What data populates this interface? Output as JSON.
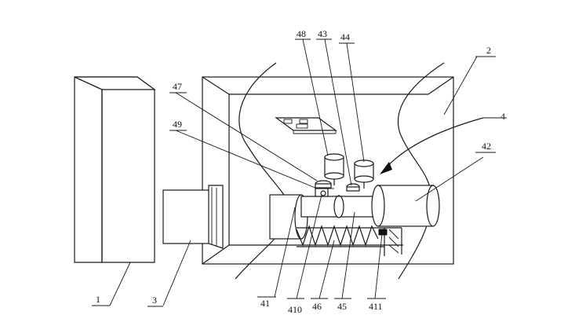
{
  "labels": {
    "l1": "1",
    "l2": "2",
    "l3": "3",
    "l4": "4",
    "l41": "41",
    "l42": "42",
    "l43": "43",
    "l44": "44",
    "l45": "45",
    "l46": "46",
    "l47": "47",
    "l48": "48",
    "l49": "49",
    "l410": "410",
    "l411": "411"
  }
}
